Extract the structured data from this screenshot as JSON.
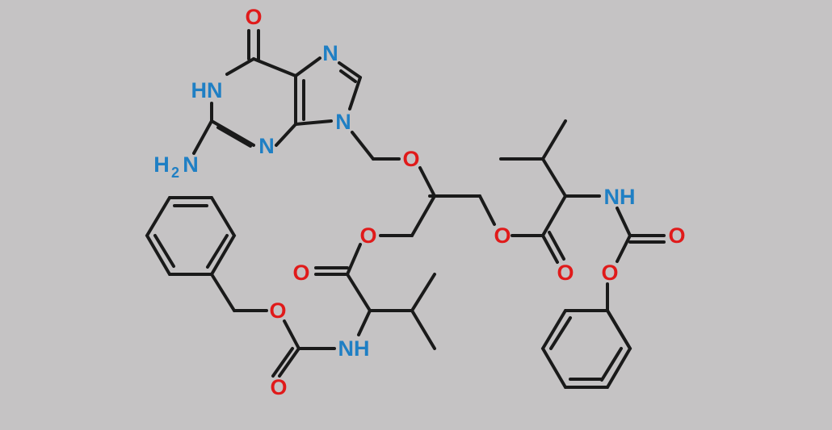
{
  "colors": {
    "background": "#c5c3c4",
    "bond": "#1a1a1a",
    "nitrogen": "#1f7fc4",
    "oxygen": "#e01a1a"
  },
  "atoms": {
    "o_carbonyl_purine": "O",
    "n1h": "HN",
    "n7": "N",
    "n9": "N",
    "n3": "N",
    "nh2_h": "H",
    "nh2_sub": "2",
    "nh2_n": "N",
    "o_ether": "O",
    "o_ester_left": "O",
    "o_ester_right": "O",
    "o_carbonyl_left": "O",
    "o_carbonyl_right": "O",
    "nh_right": "NH",
    "o_carbamate_right": "O",
    "o_cbz_right": "O",
    "o_cbz_left": "O",
    "nh_left": "NH",
    "o_carbamate_left": "O"
  }
}
